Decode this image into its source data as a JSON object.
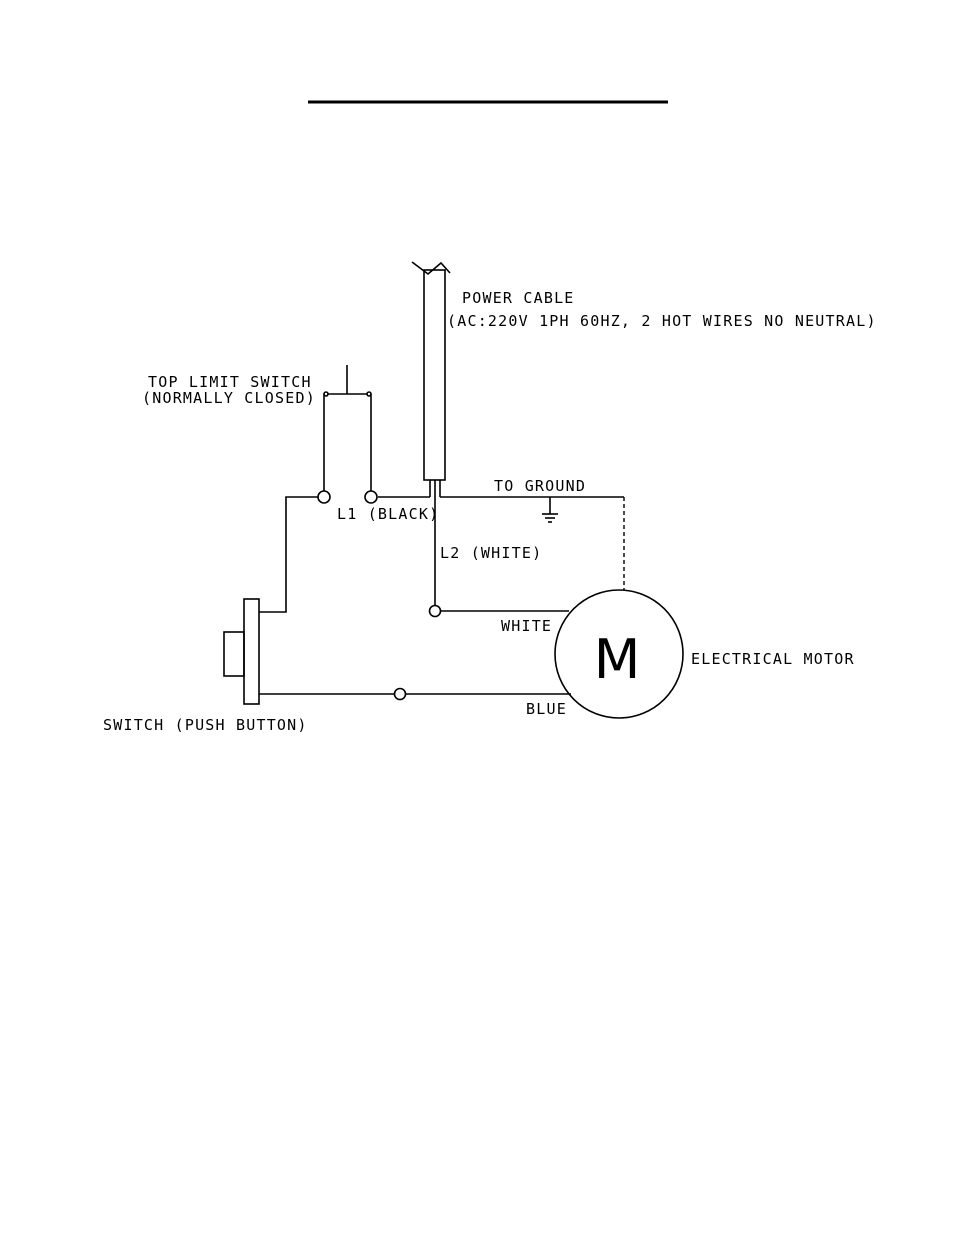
{
  "diagram": {
    "labels": {
      "power_cable": "POWER CABLE",
      "power_spec": "(AC:220V 1PH 60HZ, 2 HOT WIRES NO NEUTRAL)",
      "top_limit_switch": "TOP LIMIT SWITCH",
      "normally_closed": "(NORMALLY CLOSED)",
      "to_ground": "TO GROUND",
      "l1_black": "L1 (BLACK)",
      "l2_white": "L2 (WHITE)",
      "white": "WHITE",
      "blue": "BLUE",
      "motor_letter": "M",
      "electrical_motor": "ELECTRICAL MOTOR",
      "push_button_switch": "SWITCH (PUSH BUTTON)"
    }
  }
}
